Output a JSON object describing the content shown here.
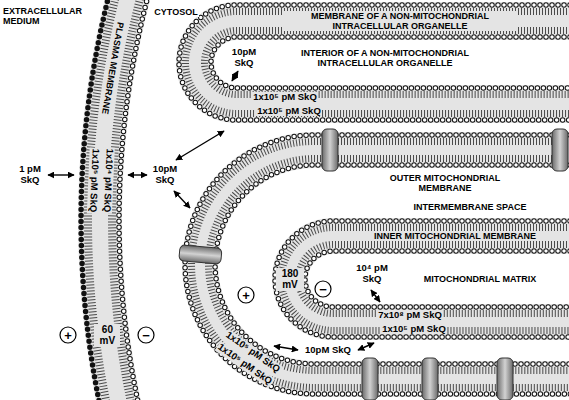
{
  "diagram": {
    "labels": [
      "EXTRACELLULAR MEDIUM",
      "CYTOSOL",
      "MEMBRANE OF A NON-MITOCHONDRIAL INTRACELLULAR ORGANELLE",
      "PLASMA MEMBRANE",
      "10pM SkQ",
      "INTERIOR OF A NON-MITOCHONDRIAL INTRACELLULAR ORGANELLE",
      "1x10⁵ pM SkQ",
      "1x10⁵ pM SkQ",
      "1x10⁵ pM SkQ",
      "1x10⁴ pM SkQ",
      "1 pM SkQ",
      "10pM SkQ",
      "OUTER MITOCHONDRIAL MEMBRANE",
      "INTERMEMBRANE SPACE",
      "INNER MITOCHONDRIAL MEMBRANE",
      "MITOCHONDRIAL MATRIX",
      "180 mV",
      "+",
      "−",
      "10⁴ pM SkQ",
      "7x10⁸ pM SkQ",
      "1x10⁵ pM SkQ",
      "10pM SkQ",
      "1x10⁵ pM SkQ",
      "1x10⁵ pM SkQ",
      "+",
      "60 mV",
      "−"
    ]
  }
}
